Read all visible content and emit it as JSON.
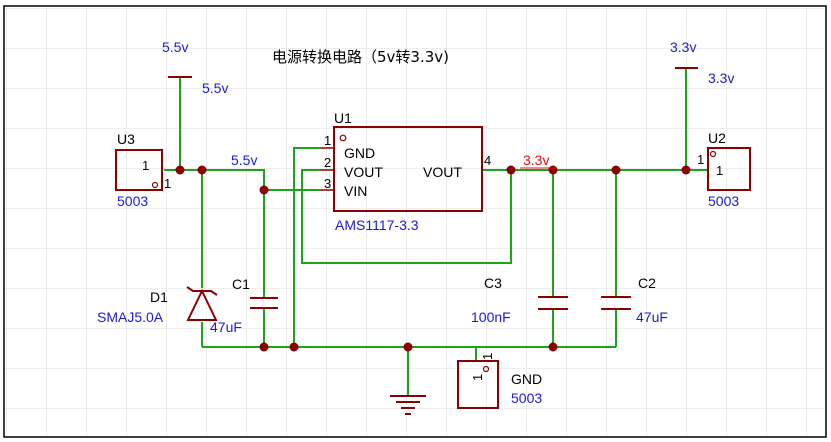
{
  "title": "电源转换电路（5v转3.3v)",
  "colors": {
    "wire": "#1aa51a",
    "part": "#8b0000",
    "blue": "#1a1ad6",
    "red": "#e01010",
    "grid": "#dcdcdc",
    "black": "#000000"
  },
  "power_5v": {
    "net_label": "5.5v",
    "flag_label": "5.5v"
  },
  "power_3v3": {
    "net_label": "3.3v",
    "flag_label": "3.3v"
  },
  "net_labels": {
    "in_5v": "5.5v",
    "out_3v3": "3.3v"
  },
  "u1": {
    "ref": "U1",
    "value": "AMS1117-3.3",
    "pins": [
      {
        "num": "1",
        "name": "GND"
      },
      {
        "num": "2",
        "name": "VOUT"
      },
      {
        "num": "3",
        "name": "VIN"
      },
      {
        "num": "4",
        "name": "VOUT"
      }
    ]
  },
  "u2": {
    "ref": "U2",
    "value": "5003",
    "inner": "1",
    "pin": "1"
  },
  "u3": {
    "ref": "U3",
    "value": "5003",
    "inner": "1",
    "pin": "1"
  },
  "gnd_conn": {
    "ref": "GND",
    "value": "5003",
    "inner": "1",
    "pin": "1"
  },
  "d1": {
    "ref": "D1",
    "value": "SMAJ5.0A"
  },
  "c1": {
    "ref": "C1",
    "value": "47uF"
  },
  "c2": {
    "ref": "C2",
    "value": "47uF"
  },
  "c3": {
    "ref": "C3",
    "value": "100nF"
  }
}
